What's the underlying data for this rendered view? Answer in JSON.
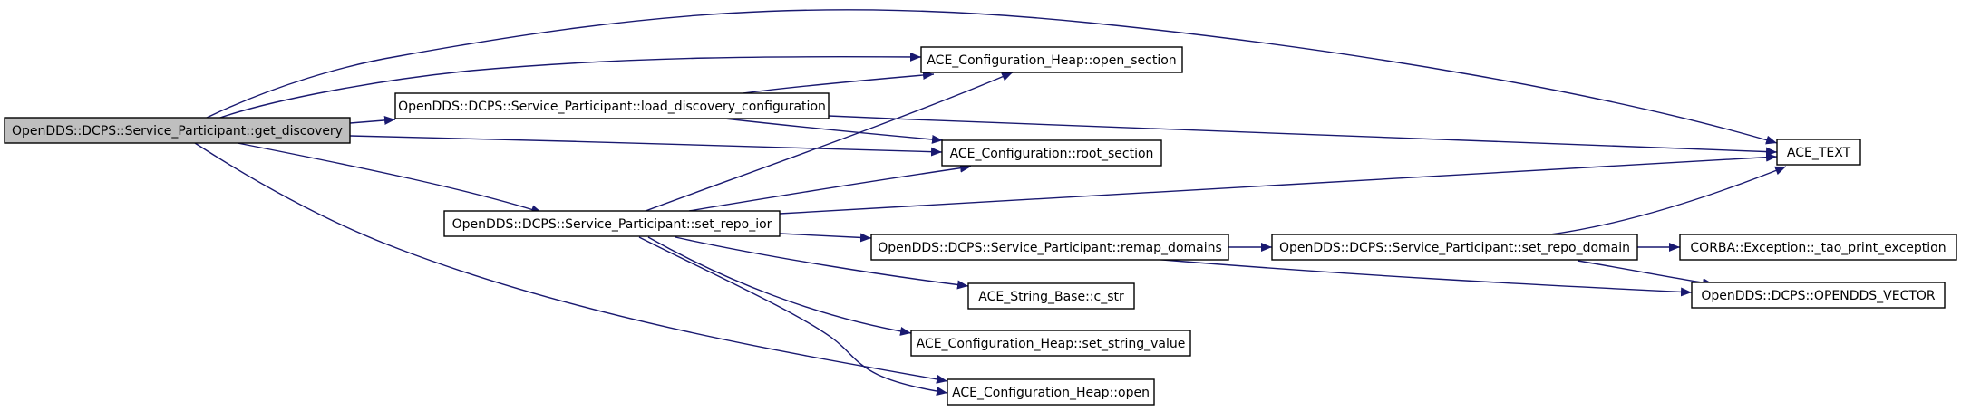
{
  "diagram": {
    "colors": {
      "edge": "#191970",
      "node_border": "#000000",
      "node_fill": "#ffffff",
      "root_fill": "#bfbfbf"
    },
    "nodes": {
      "get_discovery": "OpenDDS::DCPS::Service_Participant::get_discovery",
      "load_discovery_configuration": "OpenDDS::DCPS::Service_Participant::load_discovery_configuration",
      "set_repo_ior": "OpenDDS::DCPS::Service_Participant::set_repo_ior",
      "open_section": "ACE_Configuration_Heap::open_section",
      "root_section": "ACE_Configuration::root_section",
      "ace_text": "ACE_TEXT",
      "remap_domains": "OpenDDS::DCPS::Service_Participant::remap_domains",
      "set_repo_domain": "OpenDDS::DCPS::Service_Participant::set_repo_domain",
      "tao_print_exception": "CORBA::Exception::_tao_print_exception",
      "opendds_vector": "OpenDDS::DCPS::OPENDDS_VECTOR",
      "c_str": "ACE_String_Base::c_str",
      "set_string_value": "ACE_Configuration_Heap::set_string_value",
      "heap_open": "ACE_Configuration_Heap::open"
    },
    "edges": [
      [
        "get_discovery",
        "ace_text"
      ],
      [
        "get_discovery",
        "open_section"
      ],
      [
        "get_discovery",
        "load_discovery_configuration"
      ],
      [
        "get_discovery",
        "root_section"
      ],
      [
        "get_discovery",
        "set_repo_ior"
      ],
      [
        "get_discovery",
        "heap_open"
      ],
      [
        "load_discovery_configuration",
        "open_section"
      ],
      [
        "load_discovery_configuration",
        "root_section"
      ],
      [
        "load_discovery_configuration",
        "ace_text"
      ],
      [
        "set_repo_ior",
        "open_section"
      ],
      [
        "set_repo_ior",
        "root_section"
      ],
      [
        "set_repo_ior",
        "ace_text"
      ],
      [
        "set_repo_ior",
        "remap_domains"
      ],
      [
        "set_repo_ior",
        "c_str"
      ],
      [
        "set_repo_ior",
        "set_string_value"
      ],
      [
        "set_repo_ior",
        "heap_open"
      ],
      [
        "remap_domains",
        "set_repo_domain"
      ],
      [
        "remap_domains",
        "opendds_vector"
      ],
      [
        "set_repo_domain",
        "ace_text"
      ],
      [
        "set_repo_domain",
        "tao_print_exception"
      ],
      [
        "set_repo_domain",
        "opendds_vector"
      ]
    ]
  }
}
